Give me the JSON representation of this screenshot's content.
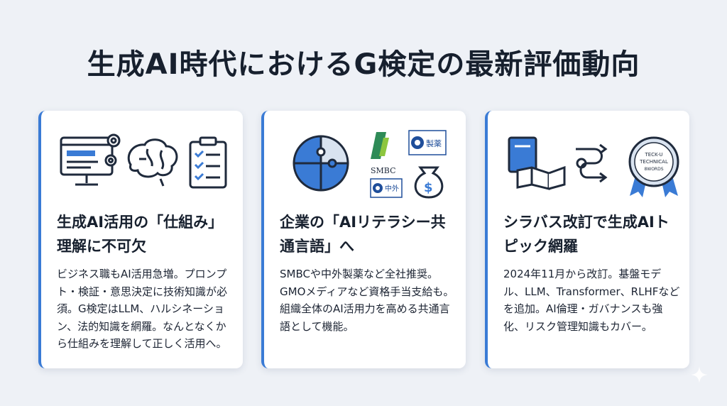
{
  "title": "生成AI時代におけるG検定の最新評価動向",
  "cards": [
    {
      "heading": "生成AI活用の「仕組み」理解に不可欠",
      "body": "ビジネス職もAI活用急増。プロンプト・検証・意思決定に技術知識が必須。G検定はLLM、ハルシネーション、法的知識を網羅。なんとなくから仕組みを理解して正しく活用へ。",
      "icons": [
        "monitor-gear-icon",
        "brain-icon",
        "clipboard-checklist-icon"
      ]
    },
    {
      "heading": "企業の「AIリテラシー共通言語」へ",
      "body": "SMBCや中外製薬など全社推奨。GMOメディアなど資格手当支給も。組織全体のAI活用力を高める共通言語として機能。",
      "icons": [
        "puzzle-icon",
        "smbc-logo",
        "pharma-logo",
        "chugai-logo",
        "money-bag-icon"
      ],
      "logos": {
        "smbc": "SMBC",
        "pharma": "製薬",
        "chugai": "中外"
      }
    },
    {
      "heading": "シラバス改訂で生成AIトピック網羅",
      "body": "2024年11月から改訂。基盤モデル、LLM、Transformer、RLHFなどを追加。AI倫理・ガバナンスも強化、リスク管理知識もカバー。",
      "icons": [
        "open-book-icon",
        "flow-arrows-icon",
        "badge-icon"
      ],
      "badge_text": [
        "TECK-U",
        "TECHNICAL",
        "8WORDS"
      ]
    }
  ],
  "colors": {
    "accent": "#3a7bd5",
    "dark": "#1f2a3c",
    "background": "#eef1f6"
  }
}
